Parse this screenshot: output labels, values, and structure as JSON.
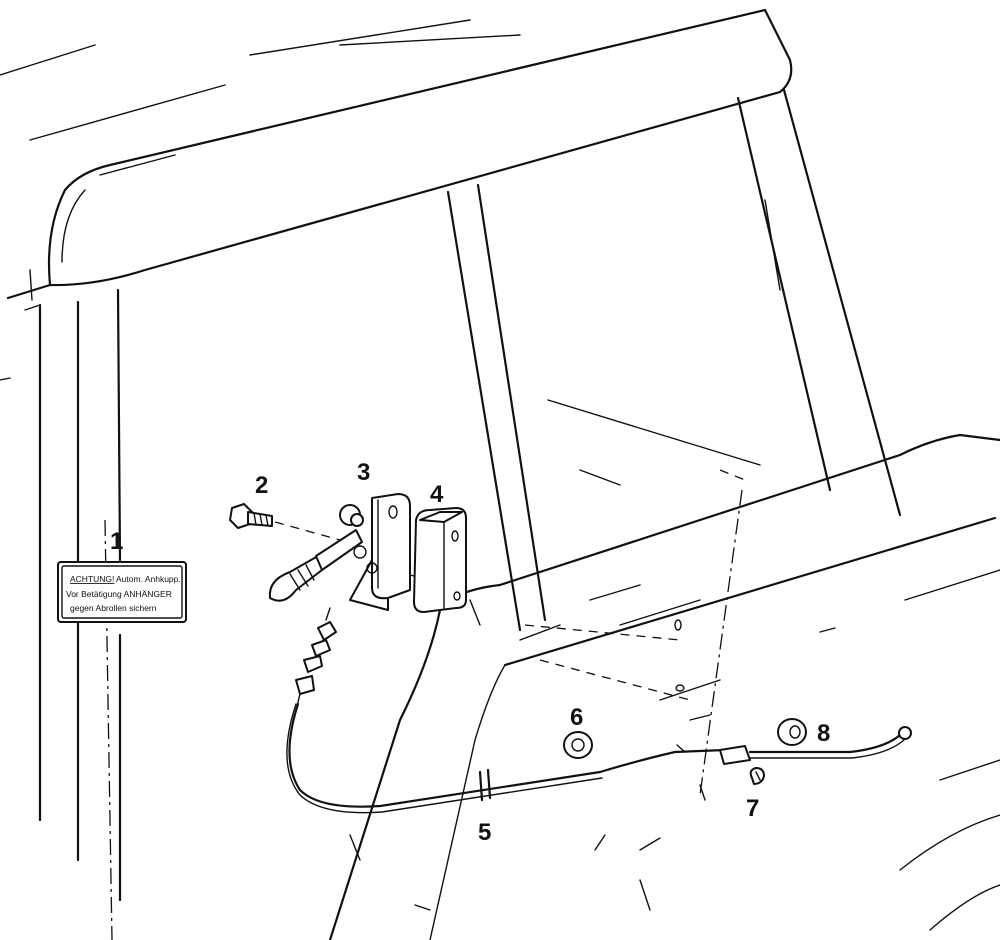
{
  "callouts": {
    "c1": "1",
    "c2": "2",
    "c3": "3",
    "c4": "4",
    "c5": "5",
    "c6": "6",
    "c7": "7",
    "c8": "8"
  },
  "decal": {
    "line1_a": "ACHTUNG!",
    "line1_b": "Autom. Anhkupp.",
    "line2": "Vor Betätigung ANHÄNGER",
    "line3": "gegen Abrollen sichern"
  }
}
